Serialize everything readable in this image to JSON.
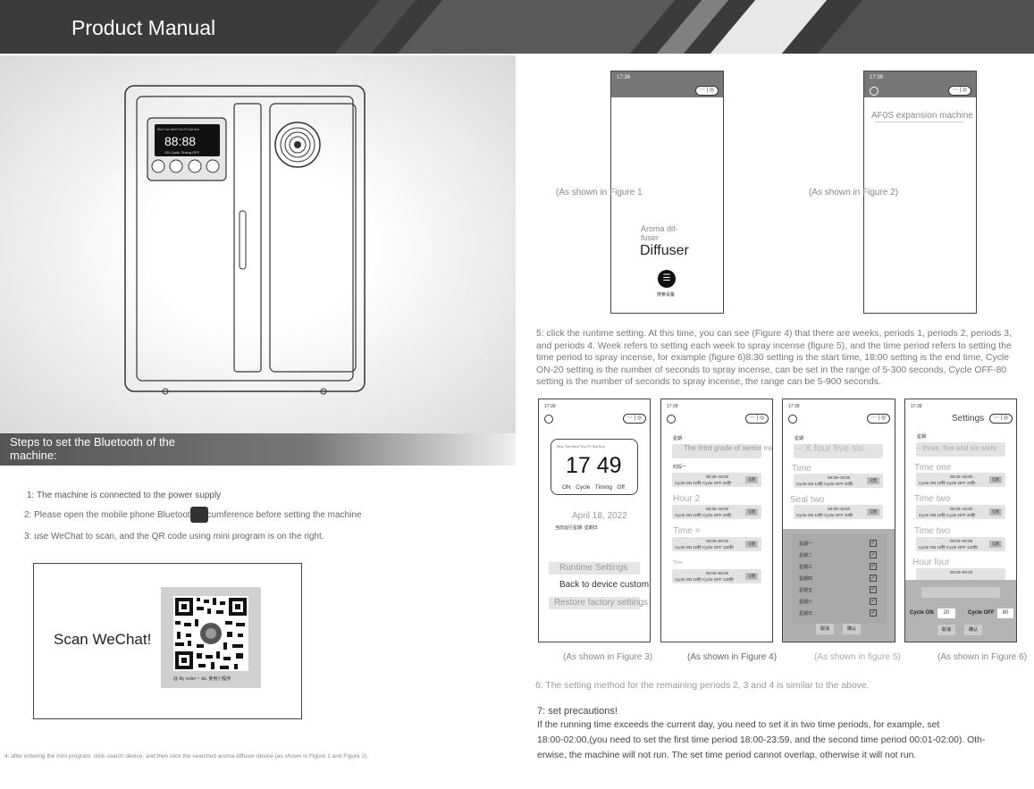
{
  "header": {
    "title": "Product Manual"
  },
  "device": {
    "display_digits": "88:88",
    "display_labels": "ON  Cycle  Timing  OFF",
    "display_days": "Mon Tue Wed Thu Fri Sat Sun"
  },
  "steps_section": {
    "heading": "Steps to set the Bluetooth of the machine:",
    "step1": "1: The machine is connected to the power supply",
    "step2": "2: Please open the mobile phone Bluetooth circumference before setting the machine",
    "step3": "3: use WeChat to scan, and the QR code using mini program is on the right.",
    "scan_label": "Scan WeChat!",
    "qr_caption": "@ By order ~ ⊕L 使用小程序",
    "bottom_note": "4: after entering the mini program, click search device, and then click the searched aroma diffuser device (as shown in Figure 1 and Figure 2)."
  },
  "figure1": {
    "time": "17:39",
    "caption": "(As shown in Figure 1",
    "aroma_small": "Aroma dif- fuser",
    "diffuser": "Diffuser",
    "icon_label": "搜索设备"
  },
  "figure2": {
    "time": "17:39",
    "caption": "(As shown in Figure 2)",
    "machine": "AF0S expansion machine"
  },
  "paragraph5": "5: click the runtime setting. At this time, you can see (Figure 4) that there are weeks, periods 1, periods 2, periods 3, and periods 4. Week refers to setting each week to spray incense (figure 5), and the time period refers to setting the time period to spray incense, for example (figure 6)8:30 setting is the start time, 18:00 setting is the end time, Cycle ON-20 setting is the number of seconds to spray incense, can be set in the range of 5-300 seconds, Cycle OFF-80 setting is the number of seconds to spray incense, the range can be 5-900 seconds.",
  "figure3": {
    "time": "17:39",
    "clock": "17 49",
    "clock_labels": "ON   Cycle   Timing   Off",
    "days": "Mon  Tue  Wed  Thu  Fri  Sat  Sun",
    "date": "April 18, 2022",
    "status": "当前运行星期: 星期日",
    "menu": [
      "Runtime Settings",
      "Back to device custom naming",
      "Restore factory settings"
    ],
    "caption": "(As shown in Figure 3)"
  },
  "figure4": {
    "time": "17:39",
    "overlay_text": "The third grade of senior middle school five or six",
    "week_label": "星期",
    "period1_label": "时段一",
    "card1_time": "08:30~18:00",
    "card1_cycle": "Cycle ON 10秒  Cycle OFF 20秒",
    "hour2": "Hour 2",
    "card2_time": "08:30~18:00",
    "card2_cycle": "Cycle ON 10秒  Cycle OFF 20秒",
    "time_eq": "Time =",
    "card3_time": "00:00~00:00",
    "card3_cycle": "Cycle ON 10秒  Cycle OFF 120秒",
    "time4": "Time",
    "card4_time": "00:00~00:00",
    "card4_cycle": "Cycle ON 10秒  Cycle OFF 120秒",
    "set_btn": "设置",
    "caption": "(As shown in Figure 4)"
  },
  "figure5": {
    "time": "17:39",
    "header_text": "-- X four five six",
    "week_label": "星期",
    "time_label": "Time",
    "card1_time": "08:30~18:00",
    "card1_cycle": "Cycle ON 10秒  Cycle OFF 20秒",
    "seal_two": "Seal two",
    "card2_time": "08:30~18:00",
    "card2_cycle": "Cycle ON 10秒  Cycle OFF 20秒",
    "days": [
      "星期一",
      "星期二",
      "星期三",
      "星期四",
      "星期五",
      "星期六",
      "星期日"
    ],
    "cancel": "取消",
    "confirm": "确认",
    "set_btn": "设置",
    "caption": "(As shown in figure 5)"
  },
  "figure6": {
    "time": "17:39",
    "title": "Settings",
    "week_label": "星期",
    "header_text": "-- three, five and six sorts",
    "time_one": "Time one",
    "card1_time": "08:30~18:00",
    "card1_cycle": "Cycle ON 10秒  Cycle OFF 20秒",
    "time_two_a": "Time two",
    "card2_time": "08:30~18:00",
    "card2_cycle": "Cycle ON 10秒  Cycle OFF 20秒",
    "time_two_b": "Time two",
    "card3_time": "00:00~00:00",
    "card3_cycle": "Cycle ON 10秒  Cycle OFF 120秒",
    "hour_four": "Hour four",
    "card4_time": "00:00~00:00",
    "cycle_on_label": "Cycle ON",
    "cycle_on_value": "20",
    "cycle_off_label": "Cycle OFF",
    "cycle_off_value": "80",
    "cancel": "取消",
    "confirm": "确认",
    "set_btn": "设置",
    "caption": "(As shown in Figure 6)"
  },
  "paragraph6": "6: The setting method for the remaining periods 2, 3 and 4 is similar to the above.",
  "precautions": {
    "heading": "7: set precautions!",
    "line1": "If the running time exceeds the current day, you need to set it in two time periods, for example, set",
    "line2": "18:00-02:00,(you need to set the first time period 18:00-23:59, and the second time period 00:01-02:00). Oth-",
    "line3": "erwise, the machine will not run. The set time period cannot overlap, otherwise it will not run."
  },
  "colors": {
    "header_bg": "#3b3b3b",
    "accent_gray": "#777777"
  }
}
